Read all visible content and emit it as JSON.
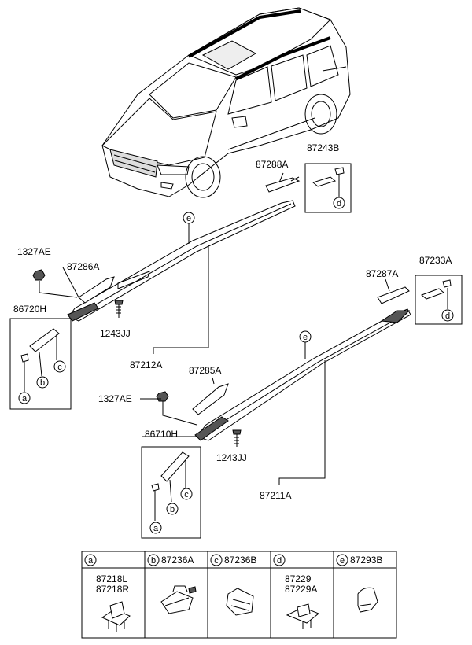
{
  "callouts": {
    "p87243b": "87243B",
    "p87288a": "87288A",
    "p1327ae_top": "1327AE",
    "p87286a": "87286A",
    "p86720h": "86720H",
    "p1243jj_top": "1243JJ",
    "p87212a": "87212A",
    "p87285a": "87285A",
    "p1327ae_bottom": "1327AE",
    "p86710h": "86710H",
    "p1243jj_bottom": "1243JJ",
    "p87211a": "87211A",
    "p87287a": "87287A",
    "p87233a": "87233A"
  },
  "markers": {
    "a": "a",
    "b": "b",
    "c": "c",
    "d": "d",
    "e": "e"
  },
  "legend": [
    {
      "key": "a",
      "part": "",
      "sub1": "87218L",
      "sub2": "87218R"
    },
    {
      "key": "b",
      "part": "87236A",
      "sub1": "",
      "sub2": ""
    },
    {
      "key": "c",
      "part": "87236B",
      "sub1": "",
      "sub2": ""
    },
    {
      "key": "d",
      "part": "",
      "sub1": "87229",
      "sub2": "87229A"
    },
    {
      "key": "e",
      "part": "87293B",
      "sub1": "",
      "sub2": ""
    }
  ]
}
